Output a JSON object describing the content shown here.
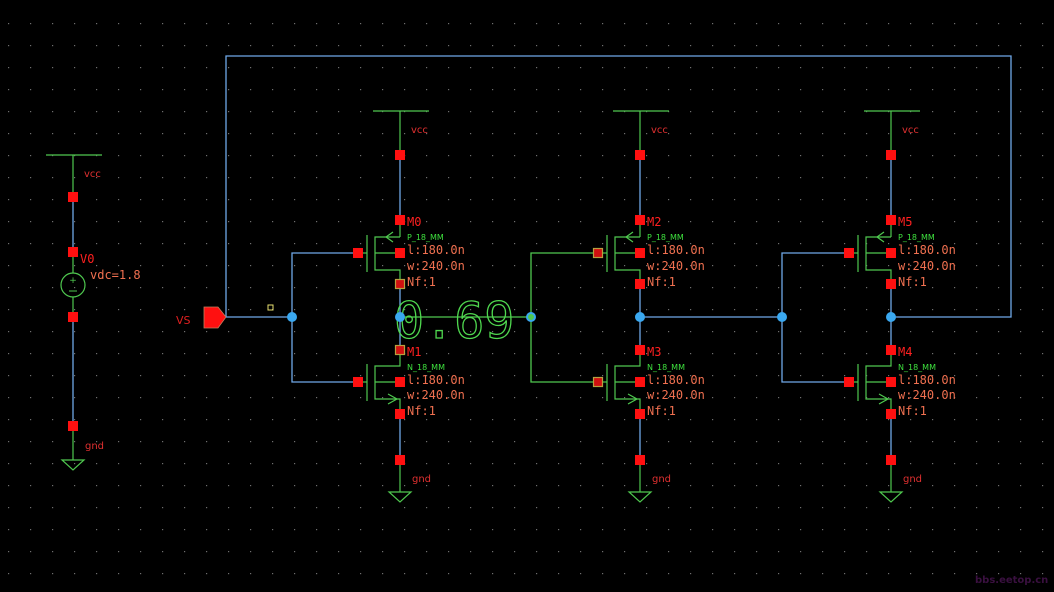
{
  "title": "Schematic editor - 3-stage CMOS ring oscillator",
  "colors": {
    "background": "#000000",
    "grid": "#6f6f6f",
    "wire": "#6fa8e8",
    "selected_wire": "#4fc84f",
    "symbol": "#4fc84f",
    "pin": "#ff1010",
    "node": "#3aa8f0",
    "net_label": "#e03030",
    "param_label": "#f07050",
    "model_label": "#3ee03e"
  },
  "source": {
    "instance": "V0",
    "param": "vdc=1.8",
    "top_net": "vcc",
    "bottom_net": "gnd"
  },
  "pin_port": {
    "label": "VS"
  },
  "probe_readout": "0.69",
  "stages": [
    {
      "pmos": {
        "instance": "M0",
        "model": "P_18_MM",
        "l": "l:180.0n",
        "w": "w:240.0n",
        "nf": "Nf:1"
      },
      "nmos": {
        "instance": "M1",
        "model": "N_18_MM",
        "l": "l:180.0n",
        "w": "w:240.0n",
        "nf": "Nf:1"
      },
      "vcc_label": "vcc",
      "gnd_label": "gnd"
    },
    {
      "pmos": {
        "instance": "M2",
        "model": "P_18_MM",
        "l": "l:180.0n",
        "w": "w:240.0n",
        "nf": "Nf:1"
      },
      "nmos": {
        "instance": "M3",
        "model": "N_18_MM",
        "l": "l:180.0n",
        "w": "w:240.0n",
        "nf": "Nf:1"
      },
      "vcc_label": "vcc",
      "gnd_label": "gnd"
    },
    {
      "pmos": {
        "instance": "M5",
        "model": "P_18_MM",
        "l": "l:180.0n",
        "w": "w:240.0n",
        "nf": "Nf:1"
      },
      "nmos": {
        "instance": "M4",
        "model": "N_18_MM",
        "l": "l:180.0n",
        "w": "w:240.0n",
        "nf": "Nf:1"
      },
      "vcc_label": "vcc",
      "gnd_label": "gnd"
    }
  ],
  "watermark": "bbs.eetop.cn"
}
